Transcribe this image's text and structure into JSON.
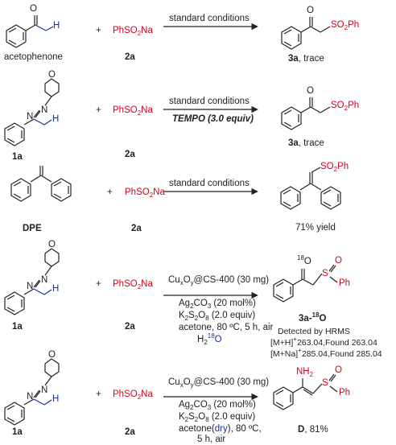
{
  "colors": {
    "reagent_red": "#d6001c",
    "highlight_blue": "#1f2f9c",
    "bond": "#222222"
  },
  "common": {
    "reagent_main": "PhSO",
    "reagent_sub": "2",
    "reagent_tail": "Na",
    "reagent_code": "2a",
    "substrate_code": "1a",
    "plus": "+",
    "O": "O",
    "N": "N",
    "H": "H",
    "S": "S",
    "Ph": "Ph",
    "SO2Ph_a": "SO",
    "SO2Ph_b": "2",
    "SO2Ph_c": "Ph"
  },
  "rows": [
    {
      "left_label": "acetophenone",
      "conditions": "standard conditions",
      "product_code": "3a",
      "product_note": ", trace"
    },
    {
      "conditions": "standard conditions",
      "additive": "TEMPO (3.0 equiv)",
      "product_code": "3a",
      "product_note": ", trace"
    },
    {
      "left_label": "DPE",
      "conditions": "standard conditions",
      "product_note": "71% yield"
    },
    {
      "catalyst_a": "Cu",
      "catalyst_x": "x",
      "catalyst_b": "O",
      "catalyst_y": "y",
      "catalyst_c": "@CS-400 (30 mg)",
      "ag_a": "Ag",
      "ag_2": "2",
      "ag_b": "CO",
      "ag_3": "3",
      "ag_c": " (20 mol%)",
      "k_a": "K",
      "k_2": "2",
      "k_b": "S",
      "k_2b": "2",
      "k_c": "O",
      "k_8": "8",
      "k_d": " (2.0 equiv)",
      "solvent": "acetone, 80 ºC, 5 h, air",
      "water_a": "H",
      "water_2": "2",
      "water_iso": "18",
      "water_o": "O",
      "iso_label": "18",
      "product_code": "3a-",
      "product_iso": "18",
      "product_o": "O",
      "detected": "Detected by HRMS",
      "ms1_a": "[M+H]",
      "ms1_sup": "+",
      "ms1_b": "263.04,Found 263.04",
      "ms2_a": "[M+Na]",
      "ms2_sup": "+",
      "ms2_b": "285.04,Found 285.04"
    },
    {
      "catalyst_a": "Cu",
      "catalyst_x": "x",
      "catalyst_b": "O",
      "catalyst_y": "y",
      "catalyst_c": "@CS-400 (30 mg)",
      "ag_a": "Ag",
      "ag_2": "2",
      "ag_b": "CO",
      "ag_3": "3",
      "ag_c": " (20 mol%)",
      "k_a": "K",
      "k_2": "2",
      "k_b": "S",
      "k_2b": "2",
      "k_c": "O",
      "k_8": "8",
      "k_d": " (2.0 equiv)",
      "solvent_a": "acetone(",
      "solvent_dry": "dry",
      "solvent_b": "), 80 ºC,",
      "solvent_2": "5 h, air",
      "nh2_a": "NH",
      "nh2_2": "2",
      "product_code": "D",
      "product_note": ", 81%"
    }
  ]
}
